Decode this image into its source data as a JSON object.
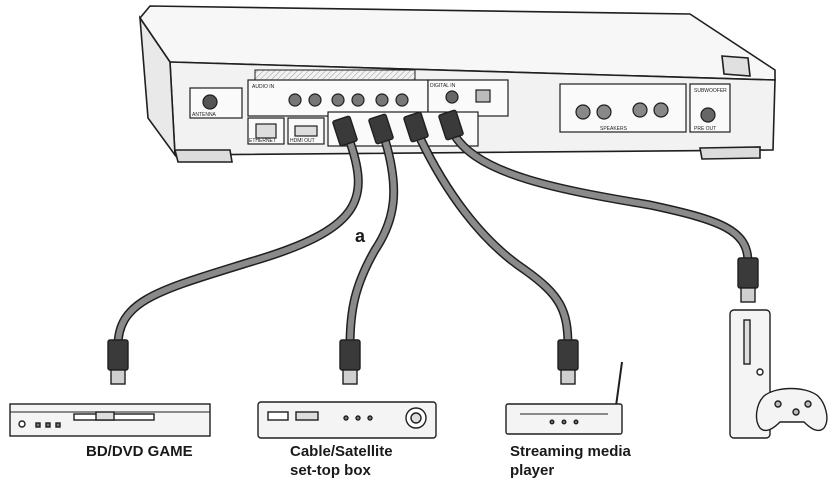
{
  "receiver": {
    "panel_labels": {
      "antenna": "ANTENNA",
      "audio_in": "AUDIO IN",
      "digital_in": "DIGITAL IN",
      "ethernet": "ETHERNET",
      "hdmi_out": "HDMI OUT",
      "speakers": "SPEAKERS",
      "sub": "SUBWOOFER",
      "pre_out": "PRE OUT"
    }
  },
  "marker_label": "a",
  "devices": [
    {
      "id": "bd-dvd-game",
      "label_line1": "BD/DVD GAME",
      "label_line2": ""
    },
    {
      "id": "cable-satellite",
      "label_line1": "Cable/Satellite",
      "label_line2": "set-top box"
    },
    {
      "id": "streaming",
      "label_line1": "Streaming media",
      "label_line2": "player"
    },
    {
      "id": "game-console",
      "label_line1": "",
      "label_line2": ""
    }
  ],
  "colors": {
    "line": "#1f1f1f",
    "cable_fill": "#8a8a8a",
    "plug_fill": "#3a3a3a",
    "device_fill": "#f4f4f4"
  }
}
